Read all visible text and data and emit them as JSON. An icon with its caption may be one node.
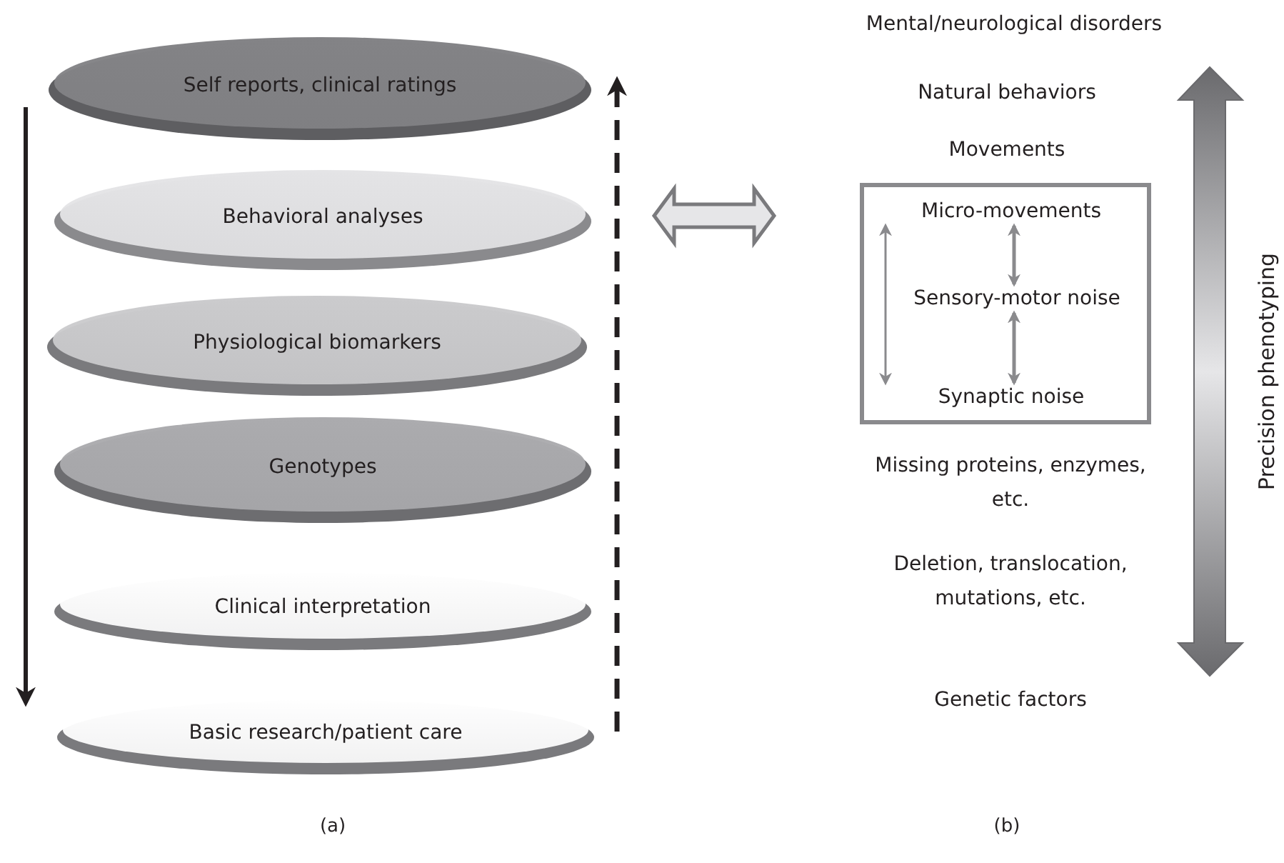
{
  "diagram": {
    "nodes": [
      {
        "text": [
          "Self reports, clinical ratings"
        ]
      },
      {
        "text": [
          "Behavioral analyses"
        ]
      },
      {
        "text": [
          "Physiological biomarkers"
        ]
      },
      {
        "text": [
          "Genotypes"
        ]
      },
      {
        "text": [
          "Clinical interpretation"
        ]
      },
      {
        "text": [
          "Basic research/patient care"
        ]
      },
      {
        "text": [],
        "shape": "box"
      },
      {
        "text": [
          "Micro-movements"
        ],
        "in": 6
      },
      {
        "text": [
          "Sensory-motor noise"
        ],
        "in": 6
      },
      {
        "text": [
          "Synaptic noise"
        ],
        "in": 6
      }
    ],
    "edges": [
      {
        "from": 7,
        "to": 8,
        "arrow": "both"
      },
      {
        "from": 8,
        "to": 9,
        "arrow": "both"
      },
      {
        "from": 7,
        "to": 9,
        "arrow": "both"
      }
    ],
    "labels": [
      "Mental/neurological disorders",
      "Natural behaviors",
      "Movements",
      "Precision phenotyping",
      "Missing proteins, enzymes, etc.",
      "Deletion, translocation, mutations, etc.",
      "Genetic factors",
      "(a)",
      "(b)"
    ]
  }
}
